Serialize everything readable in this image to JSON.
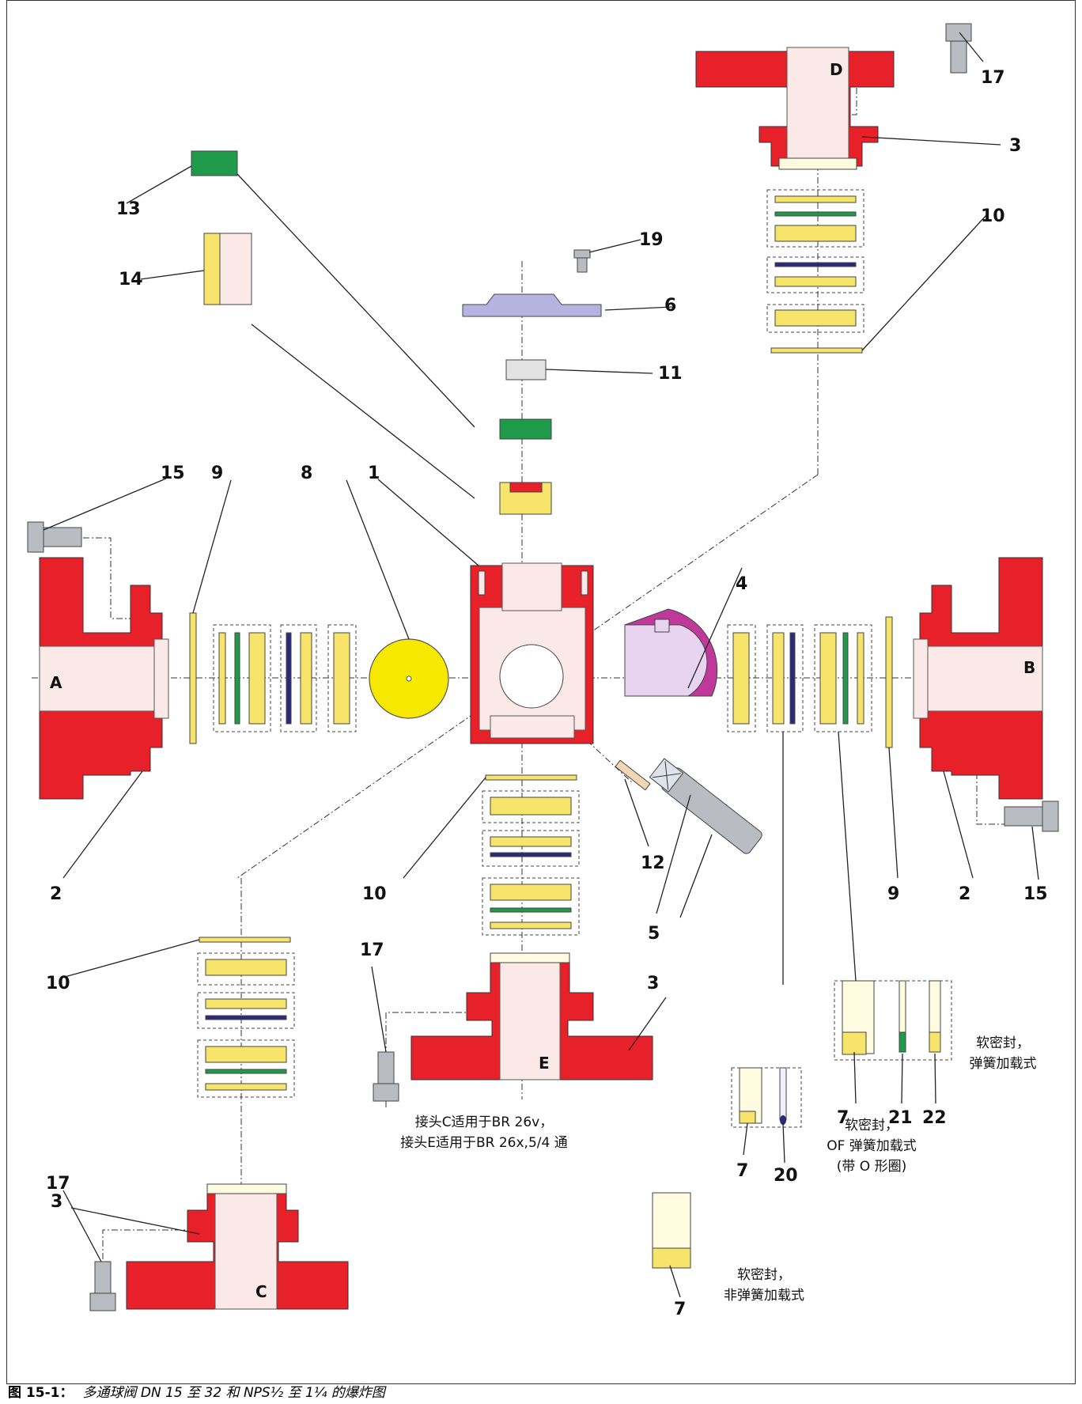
{
  "part_numbers": {
    "p1": "1",
    "p2a": "2",
    "p2b": "2",
    "p3a": "3",
    "p3b": "3",
    "p3c": "3",
    "p4": "4",
    "p5": "5",
    "p6": "6",
    "p7a": "7",
    "p7b": "7",
    "p7c": "7",
    "p8": "8",
    "p9a": "9",
    "p9b": "9",
    "p10a": "10",
    "p10b": "10",
    "p10c": "10",
    "p11": "11",
    "p12": "12",
    "p13": "13",
    "p14": "14",
    "p15a": "15",
    "p15b": "15",
    "p17a": "17",
    "p17b": "17",
    "p17c": "17",
    "p19": "19",
    "p20": "20",
    "p21": "21",
    "p22": "22"
  },
  "ports": {
    "a": "A",
    "b": "B",
    "c": "C",
    "d": "D",
    "e": "E"
  },
  "notes": {
    "connector_line1": "接头C适用于BR 26v，",
    "connector_line2": "接头E适用于BR 26x,5/4 通",
    "soft_spring_line1": "软密封，",
    "soft_spring_line2": "弹簧加载式",
    "of_spring_line1": "软密封，",
    "of_spring_line2": "OF 弹簧加载式",
    "of_spring_line3": "(带 O 形圈)",
    "non_spring_line1": "软密封，",
    "non_spring_line2": "非弹簧加载式"
  },
  "caption": {
    "label": "图 15-1：",
    "title": "多通球阀 DN 15 至 32 和 NPS½ 至 1¼ 的爆炸图"
  },
  "colors": {
    "body_red": "#e8202a",
    "seal_yellow": "#f7e46a",
    "ball_magenta": "#c0399a",
    "packing_green": "#1f9a4a",
    "cover_lavender": "#b7b3e0",
    "oring_navy": "#2a2a7a"
  }
}
